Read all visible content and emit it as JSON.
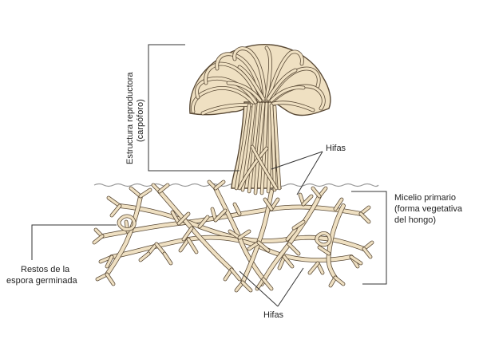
{
  "labels": {
    "reproductive_line1": "Estructura reproductora",
    "reproductive_line2": "(carpóforo)",
    "hifas_top": "Hifas",
    "hifas_bottom": "Hifas",
    "micelio_line1": "Micelio primario",
    "micelio_line2": "(forma vegetativa",
    "micelio_line3": "del hongo)",
    "restos_line1": "Restos de la",
    "restos_line2": "espora germinada"
  },
  "colors": {
    "hypha_fill": "#efe0c2",
    "hypha_outline": "#5a4a36",
    "ground_line": "#9a9a9a",
    "leader_line": "#333333",
    "text": "#222222"
  }
}
